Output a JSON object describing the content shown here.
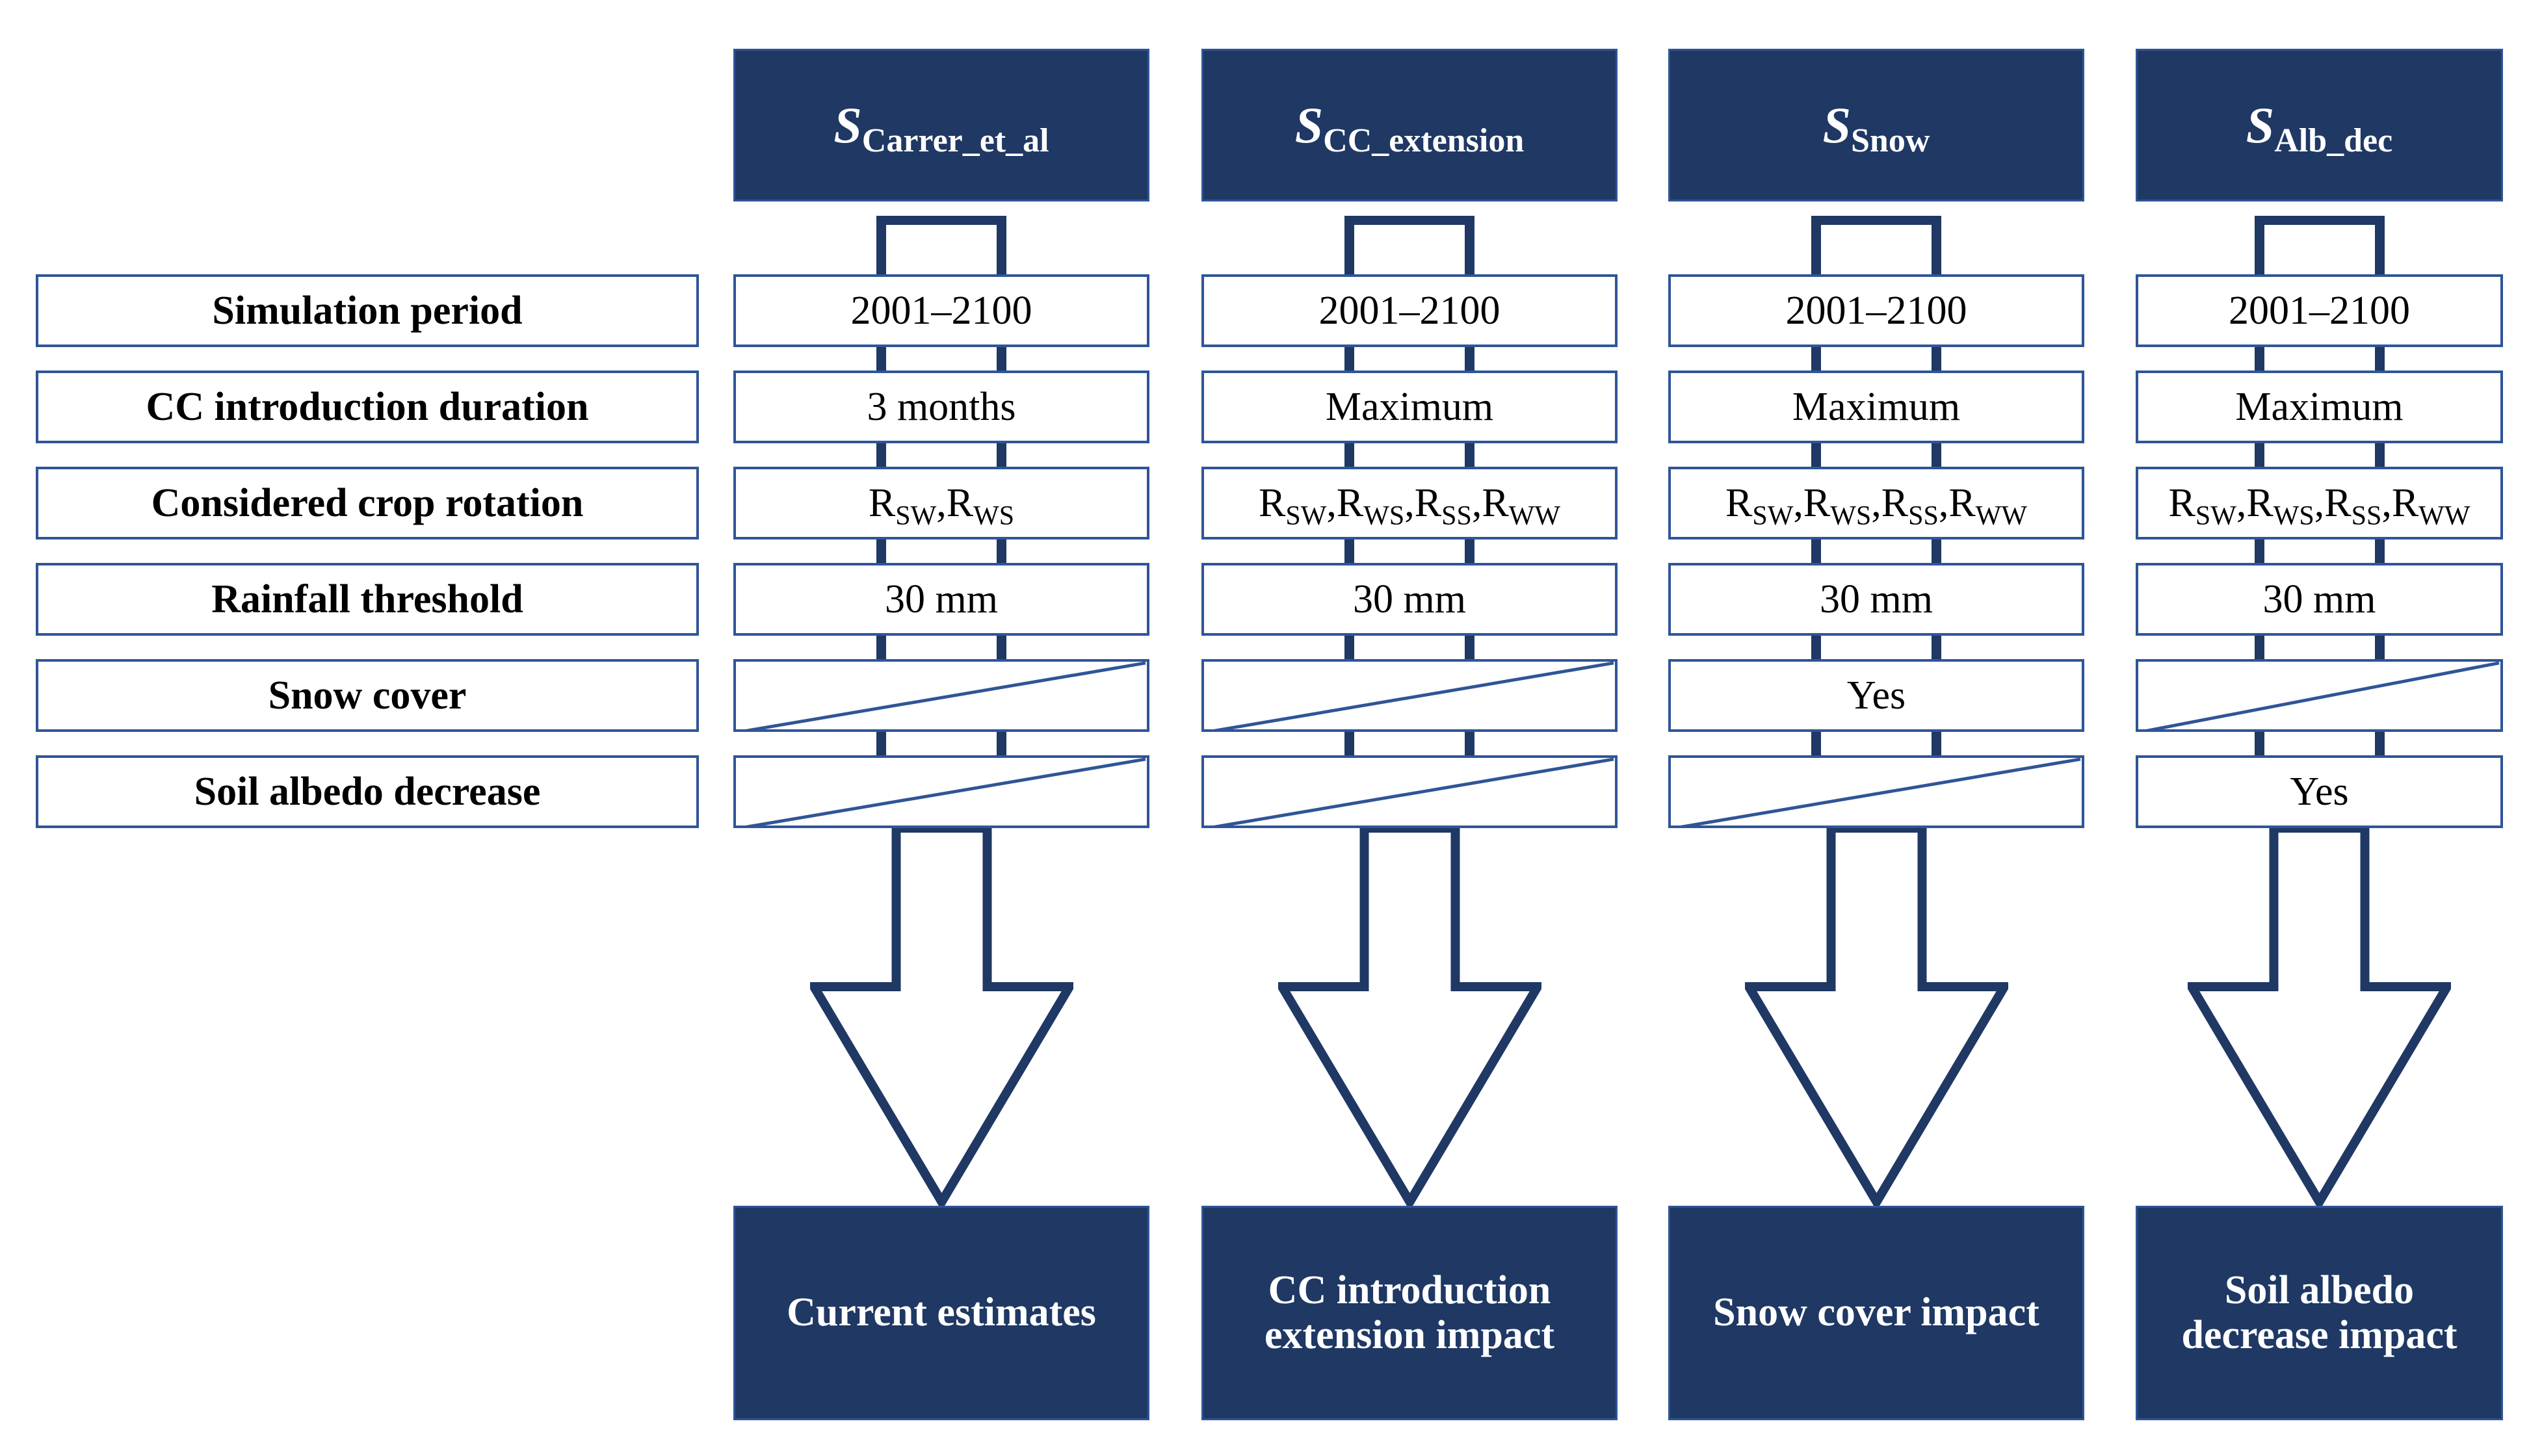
{
  "diagram": {
    "title": "Simulation scenario comparison flowchart",
    "colors": {
      "navy_fill": "#1f3864",
      "navy_border": "#2f5597",
      "text_dark": "#000000",
      "text_light": "#ffffff",
      "background": "#ffffff"
    },
    "row_labels": [
      "Simulation period",
      "CC introduction duration",
      "Considered crop rotation",
      "Rainfall threshold",
      "Snow cover",
      "Soil albedo decrease"
    ],
    "columns": [
      {
        "header_base": "S",
        "header_sub": "Carrer_et_al",
        "header_full": "S Carrer_et_al",
        "values": [
          {
            "kind": "text",
            "text": "2001–2100"
          },
          {
            "kind": "text",
            "text": "3 months"
          },
          {
            "kind": "rotations",
            "text": "R SW , R WS ",
            "items": [
              {
                "base": "R",
                "sub": "SW"
              },
              {
                "base": "R",
                "sub": "WS"
              }
            ]
          },
          {
            "kind": "text",
            "text": "30 mm"
          },
          {
            "kind": "na",
            "text": ""
          },
          {
            "kind": "na",
            "text": ""
          }
        ],
        "result": "Current estimates"
      },
      {
        "header_base": "S",
        "header_sub": "CC_extension",
        "header_full": "S CC_extension",
        "values": [
          {
            "kind": "text",
            "text": "2001–2100"
          },
          {
            "kind": "text",
            "text": "Maximum"
          },
          {
            "kind": "rotations",
            "text": "R SW , R WS , R SS , R WW ",
            "items": [
              {
                "base": "R",
                "sub": "SW"
              },
              {
                "base": "R",
                "sub": "WS"
              },
              {
                "base": "R",
                "sub": "SS"
              },
              {
                "base": "R",
                "sub": "WW"
              }
            ]
          },
          {
            "kind": "text",
            "text": "30 mm"
          },
          {
            "kind": "na",
            "text": ""
          },
          {
            "kind": "na",
            "text": ""
          }
        ],
        "result": "CC introduction extension impact"
      },
      {
        "header_base": "S",
        "header_sub": "Snow",
        "header_full": "S Snow",
        "values": [
          {
            "kind": "text",
            "text": "2001–2100"
          },
          {
            "kind": "text",
            "text": "Maximum"
          },
          {
            "kind": "rotations",
            "text": "R SW , R WS , R SS , R WW ",
            "items": [
              {
                "base": "R",
                "sub": "SW"
              },
              {
                "base": "R",
                "sub": "WS"
              },
              {
                "base": "R",
                "sub": "SS"
              },
              {
                "base": "R",
                "sub": "WW"
              }
            ]
          },
          {
            "kind": "text",
            "text": "30 mm"
          },
          {
            "kind": "text",
            "text": "Yes"
          },
          {
            "kind": "na",
            "text": ""
          }
        ],
        "result": "Snow cover impact"
      },
      {
        "header_base": "S",
        "header_sub": "Alb_dec",
        "header_full": "S Alb_dec",
        "values": [
          {
            "kind": "text",
            "text": "2001–2100"
          },
          {
            "kind": "text",
            "text": "Maximum"
          },
          {
            "kind": "rotations",
            "text": "R SW , R WS , R SS , R WW ",
            "items": [
              {
                "base": "R",
                "sub": "SW"
              },
              {
                "base": "R",
                "sub": "WS"
              },
              {
                "base": "R",
                "sub": "SS"
              },
              {
                "base": "R",
                "sub": "WW"
              }
            ]
          },
          {
            "kind": "text",
            "text": "30 mm"
          },
          {
            "kind": "na",
            "text": ""
          },
          {
            "kind": "text",
            "text": "Yes"
          }
        ],
        "result": "Soil albedo decrease impact"
      }
    ]
  }
}
